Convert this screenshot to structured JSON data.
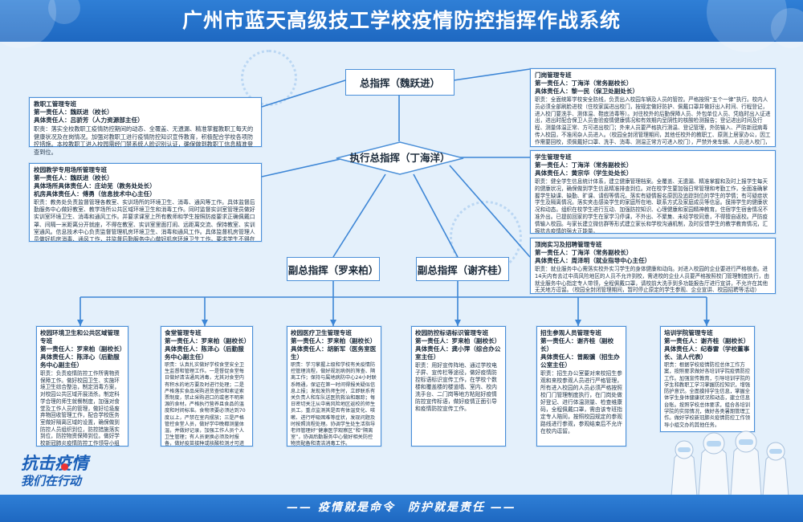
{
  "header": {
    "title": "广州市蓝天高级技工学校疫情防控指挥作战系统"
  },
  "commander": "总指挥（魏跃进）",
  "exec_commander": "执行总指挥（丁海洋）",
  "deputy1": "副总指挥（罗来柏）",
  "deputy2": "副总指挥（谢齐桂）",
  "left_boxes": [
    {
      "title": "教职工管理专班",
      "lines": [
        "第一责任人：魏跃进（校长）",
        "具体责任人：吕骄芳（人力资源部主任）"
      ],
      "duty": "职责：落实全校教职工疫情防控期间的动态、全覆盖、无遗漏、精准掌握教职工每天的健康状况及在岗情况。加强对教职工进行疫情防控知识宣传教育，积极配合学校各项防控措施。本校教职工进入校园需经门禁系统人脸识别认证，确保做到教职工信息精准登查到位。"
    },
    {
      "title": "校园教学专用场所管理专班",
      "lines": [
        "第一责任人：魏跃进（校长）",
        "具体场所具体责任人：庄幼芜（教务处处长）",
        "机房具体责任人：傅勇（信息技术中心主任）"
      ],
      "duty": "职责：教务处负责监督管理各教室、实训场所的环境卫生、消毒、通风等工作。具体监督后勤服务中心做好教室、教学场所公共区域环境卫生和消毒工作。同时监督实训室管理员做好实训室环境卫生、消毒和通风工作。并要求课室上所有教师和学生按照防疫要求正确佩戴口罩、间隔一米距离分开就座，不得在教室、实训室里面打闹、远距离交流、保持教室、实训室通风。信息技术中心负责监督管理机房环境卫生、消毒和通风工作。具体监督机房管理人员做好机房消毒、通风工作，并监督后勤服务中心做好机房环境卫生工作。要求学生不得在机房里面吃东西、随意走动，保持机房通风。"
    }
  ],
  "right_boxes": [
    {
      "title": "门岗管理专班",
      "lines": [
        "第一责任人：丁海洋（常务副校长）",
        "具体责任人：黎一民（保卫处副处长）"
      ],
      "duty": "职责：全面统筹学校安全防线，负责出入校园车辆及人员的管控。严格按照“五个一律”执行。校内人员必须全部刷脸进校（住校家属进出校门，按规定做好防护、佩戴口罩并做好出入时间、行程登记，进入校门要洗手、测体温、鞋底消毒等）。对往校外的后勤保障人员、外包单位人员、凭临时出入证进出，进出时配合保卫人员查验疫情健康情况和有效期内呈阴性的核酸检测报告；登记进出时间及行程、测量体温正常、方可进出校门；外来人员要严格执行测温、登记管理，外防输入、严防新冠病毒传入校园，不准闲杂人员进入。（校园全封闭管理期间，其他任校外的教职工、原则上居家办公，因工作需要回校，须佩戴好口罩、洗手、消毒、测温正常方可进入校门），严禁外来车辆、人员进入校门，有需要的做好登记，按现行的校园门岗管理规定执行。"
    },
    {
      "title": "学生管理专班",
      "lines": [
        "第一责任人：丁海洋（常务副校长）",
        "具体责任人：黄宗华（学生处处长）"
      ],
      "duty": "职责：健全学生信息统计体系，建立健康管理档案。全覆盖、无遗漏、精准掌握和及时上报学生每天的健康状况，确保做到学生信息精准排查到位。对在校学生要加强日常管理和考勤工作，全面准确掌握学生缺课、缺勤、旷课、请假等情况。落实有疑情报名原因及追踪到位的学生的学情；有可疑症状学生及隔离情况。落实夹击感染学生的家庭所在地、联系方式及家庭成员等信息。摸排学生的健康状况和动态。组织在校学生进行互动、加强防控知识、心理健康和家园精神教育。住宿学生宿舍情况不准外出。已提前回家的学生在家学习停课，不外出、不聚集、未经学校同意，不得擅自返校。严防疫情输入校园。与家长建立微信群等形式建立家长和学校沟通机制，及时反馈学生的教学教育情况，汇报抗击疫情的强大正能量。"
    },
    {
      "title": "顶岗实习及招聘管理专班",
      "lines": [
        "第一责任人：丁海洋（常务副校长）",
        "具体责任人：周泽明（就业指导中心主任）"
      ],
      "duty": "职责：就业服务中心需落实校外实习学生的身体健康和动向。对进入校园的企业要进行严格核查。进14天内有去过中高风险地区的人员不允许到校，需进校的企业人员要严格按照校门管理制度执行，由就业服务中心指定专人带领，全程佩戴口罩，请校前大洗手到多功能报告厅进行宣讲，不允许在其他无关地方逗留。（校园全封闭管理期间，暂时停止原定的学生参观、企业宣讲、校园招聘等活动）"
    }
  ],
  "bottom_boxes": [
    {
      "title": "校园环境卫生和公共区域管理专班",
      "lines": [
        "第一责任人：罗来柏（副校长）",
        "具体责任人：陈泽心（后勤服务中心副主任）"
      ],
      "duty": "职责：负责疫情防控工作所需物资保障工作。做好校园卫生、实施环境卫生综合整治，制定消毒方案，对校园公共区域开展消杀。制定科学合理的师生就餐制度，加强对食堂及工作人员的管理，做好垃圾废弃物回收管理工作，配合学校医务室做好隔离区域的设置，确保做到防控人员组织到位，防控措施落实到位，防控物资保障到位。做好学校新冠肺炎疫情防控工作领导小组交办的其他任务。"
    },
    {
      "title": "食堂管理专班",
      "lines": [
        "第一责任人：罗来柏（副校长）",
        "具体责任人：陈泽心（后勤服务中心副主任）"
      ],
      "duty": "职责：认真扎实做好学校食堂安全卫生监督和管理工作。一是督促食堂每日做好清洁通风消毒，尤其对食堂内有积水的地方要及时进行处理；二是严格落实食品采购进货查验和索证索票制度，禁止采购进口的或者不明来源的食材。严格执行营养且食品的温度和时间标准。食物须要必须达到70度以上，严禁在室内摆放；三是严格管控食堂人员，做好学中晚都测量体温，并做好记录，加强工作人员个人卫生管理；有人员更换必须及时报备，做好疫苗接种或核酸检测才可进入校园。"
    },
    {
      "title": "校园医疗卫生管理专班",
      "lines": [
        "第一责任人：罗来柏（副校长）",
        "具体责任人：胡新军（医务室医生）"
      ],
      "duty": "职责：学习掌握上级和学校有关疫情防控管理流程，做好规划病例的筛查、隔离工作；保持与属地病防中心24小时联系畅通，保证在第一时间得报关疑似信息上报；发现发热师生时，立即联系有关负责人和车队送医院救治和跟踪；每日密切关注从中高风险地区返校的师生员工。重点监测其是否有体温变化、咳嗽、进行呼吸困难等症状，发现问题及时按照流程处理。协调学生处生活指导老师管理好“健康医学观察区”和“隔离室”，协调后勤服务中心做好相关防控物资配备和清洁消毒工作。"
    },
    {
      "title": "校园防控标语标识管理专班",
      "lines": [
        "第一责任人：罗来柏（副校长）",
        "具体责任人：龚小萍（综合办公室主任）"
      ],
      "duty": "职责：用好宣传阵地、通过学校电子屏、宣传栏等途径，做好疫情防控标语标识宣传工作，在学校个数楼和覆盖楼的楼道墙、室内、校内洗手台、二门岗等地方粘贴好疫情防控宣传标语，做好疫情正面引导和疫情防控宣传工作。"
    },
    {
      "title": "招生参观人员管理专班",
      "lines": [
        "第一责任人：谢齐桂（副校长）",
        "具体责任人：曾殿骥（招生办公室主任）"
      ],
      "duty": "职责：招生办公室要对来校招生参观和来校参观人员进行严格管理，所有进入校园的人员必须严格按照校门门管理制度执行，在门岗处做好登记、进行体温测量、检查维康码，全程佩戴口罩，需由该专班指定专人陪同，按照校园规定的参观路线进行参观，参观结束后不允许在校内逗留。"
    },
    {
      "title": "培训学院管理专班",
      "lines": [
        "第一责任人：谢齐桂（副校长）",
        "具体责任人：纪春雷（学校董事长、法人代表）"
      ],
      "duty": "职责：根据学校疫情防控总体工作方案，按照要求做好各培训学院疫情防控工作。加强宣传教育，引导培训学院的学生和教职工学习掌握防控知识，增强防护意识。全面摸排学生信息，掌握全体学生身体健康状况和动态，建立信息台账。按照学校总体要求，组合各培训学院的实际情况，做好各类暑期管理工作。做好学校新冠肺炎疫情防控工作领导小组交办的其他任务。"
    }
  ],
  "logo": {
    "line1": "抗击疫情",
    "line2": "我们在行动"
  },
  "footer": {
    "slogan": "—— 疫情就是命令　防护就是责任 ——"
  }
}
